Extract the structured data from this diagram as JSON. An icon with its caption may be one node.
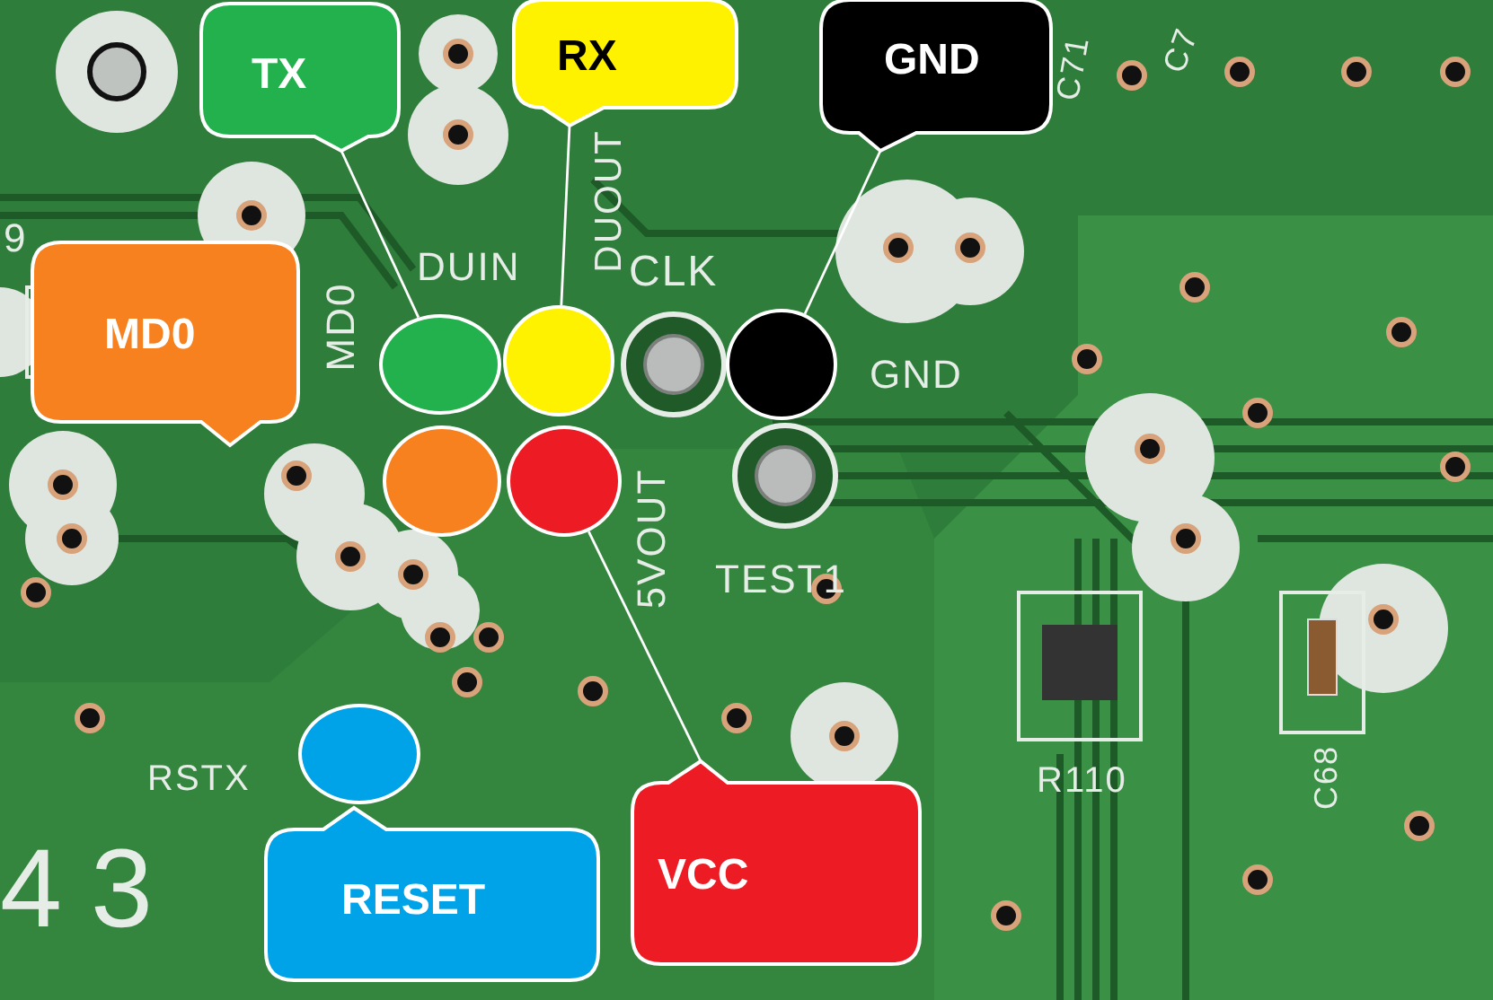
{
  "diagram": {
    "nodes": [
      {
        "text": [
          "TX"
        ]
      },
      {
        "text": [
          "RX"
        ]
      },
      {
        "text": [
          "GND"
        ]
      },
      {
        "text": [
          "MD0"
        ]
      },
      {
        "text": [],
        "shape": "circle"
      },
      {
        "text": [],
        "shape": "circle"
      },
      {
        "text": [],
        "shape": "circle"
      },
      {
        "text": [],
        "shape": "circle"
      },
      {
        "text": [],
        "shape": "circle"
      },
      {
        "text": [],
        "shape": "circle"
      },
      {
        "text": [
          "RESET"
        ]
      },
      {
        "text": [
          "VCC"
        ]
      }
    ],
    "edges": [
      {
        "from": 0,
        "to": 4,
        "arrow": "none"
      },
      {
        "from": 1,
        "to": 5,
        "arrow": "none"
      },
      {
        "from": 2,
        "to": 6,
        "arrow": "none"
      },
      {
        "from": 11,
        "to": 8,
        "arrow": "none"
      }
    ],
    "labels": [
      "DUOUT",
      "C71",
      "C7",
      "9",
      "DUIN",
      "CLK",
      "MD0",
      "GND",
      "5VOUT",
      "TEST1",
      "RSTX",
      "R110",
      "C68",
      "43"
    ]
  }
}
